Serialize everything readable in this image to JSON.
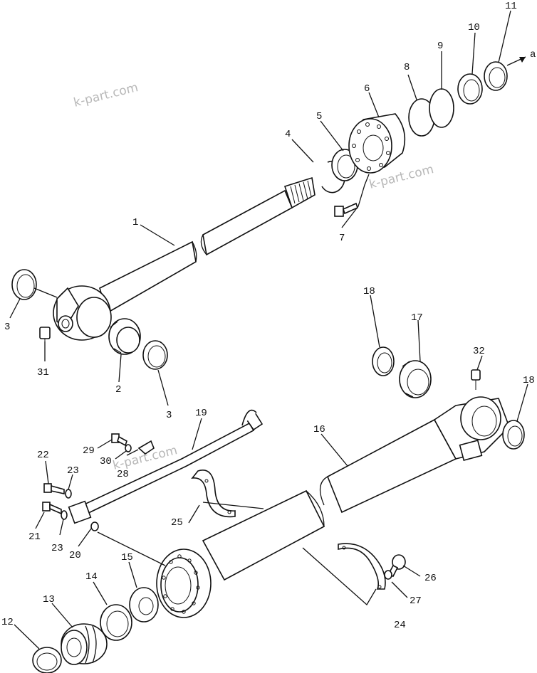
{
  "diagram": {
    "watermark": "k-part.com",
    "direction_label": "a",
    "callouts": {
      "p1": "1",
      "p2": "2",
      "p3a": "3",
      "p3b": "3",
      "p4": "4",
      "p5": "5",
      "p6": "6",
      "p7": "7",
      "p8": "8",
      "p9": "9",
      "p10": "10",
      "p11": "11",
      "p12": "12",
      "p13": "13",
      "p14": "14",
      "p15": "15",
      "p16": "16",
      "p17": "17",
      "p18a": "18",
      "p18b": "18",
      "p19": "19",
      "p20": "20",
      "p21": "21",
      "p22": "22",
      "p23a": "23",
      "p23b": "23",
      "p24": "24",
      "p25": "25",
      "p26": "26",
      "p27": "27",
      "p28": "28",
      "p29": "29",
      "p30": "30",
      "p31": "31",
      "p32": "32"
    }
  }
}
